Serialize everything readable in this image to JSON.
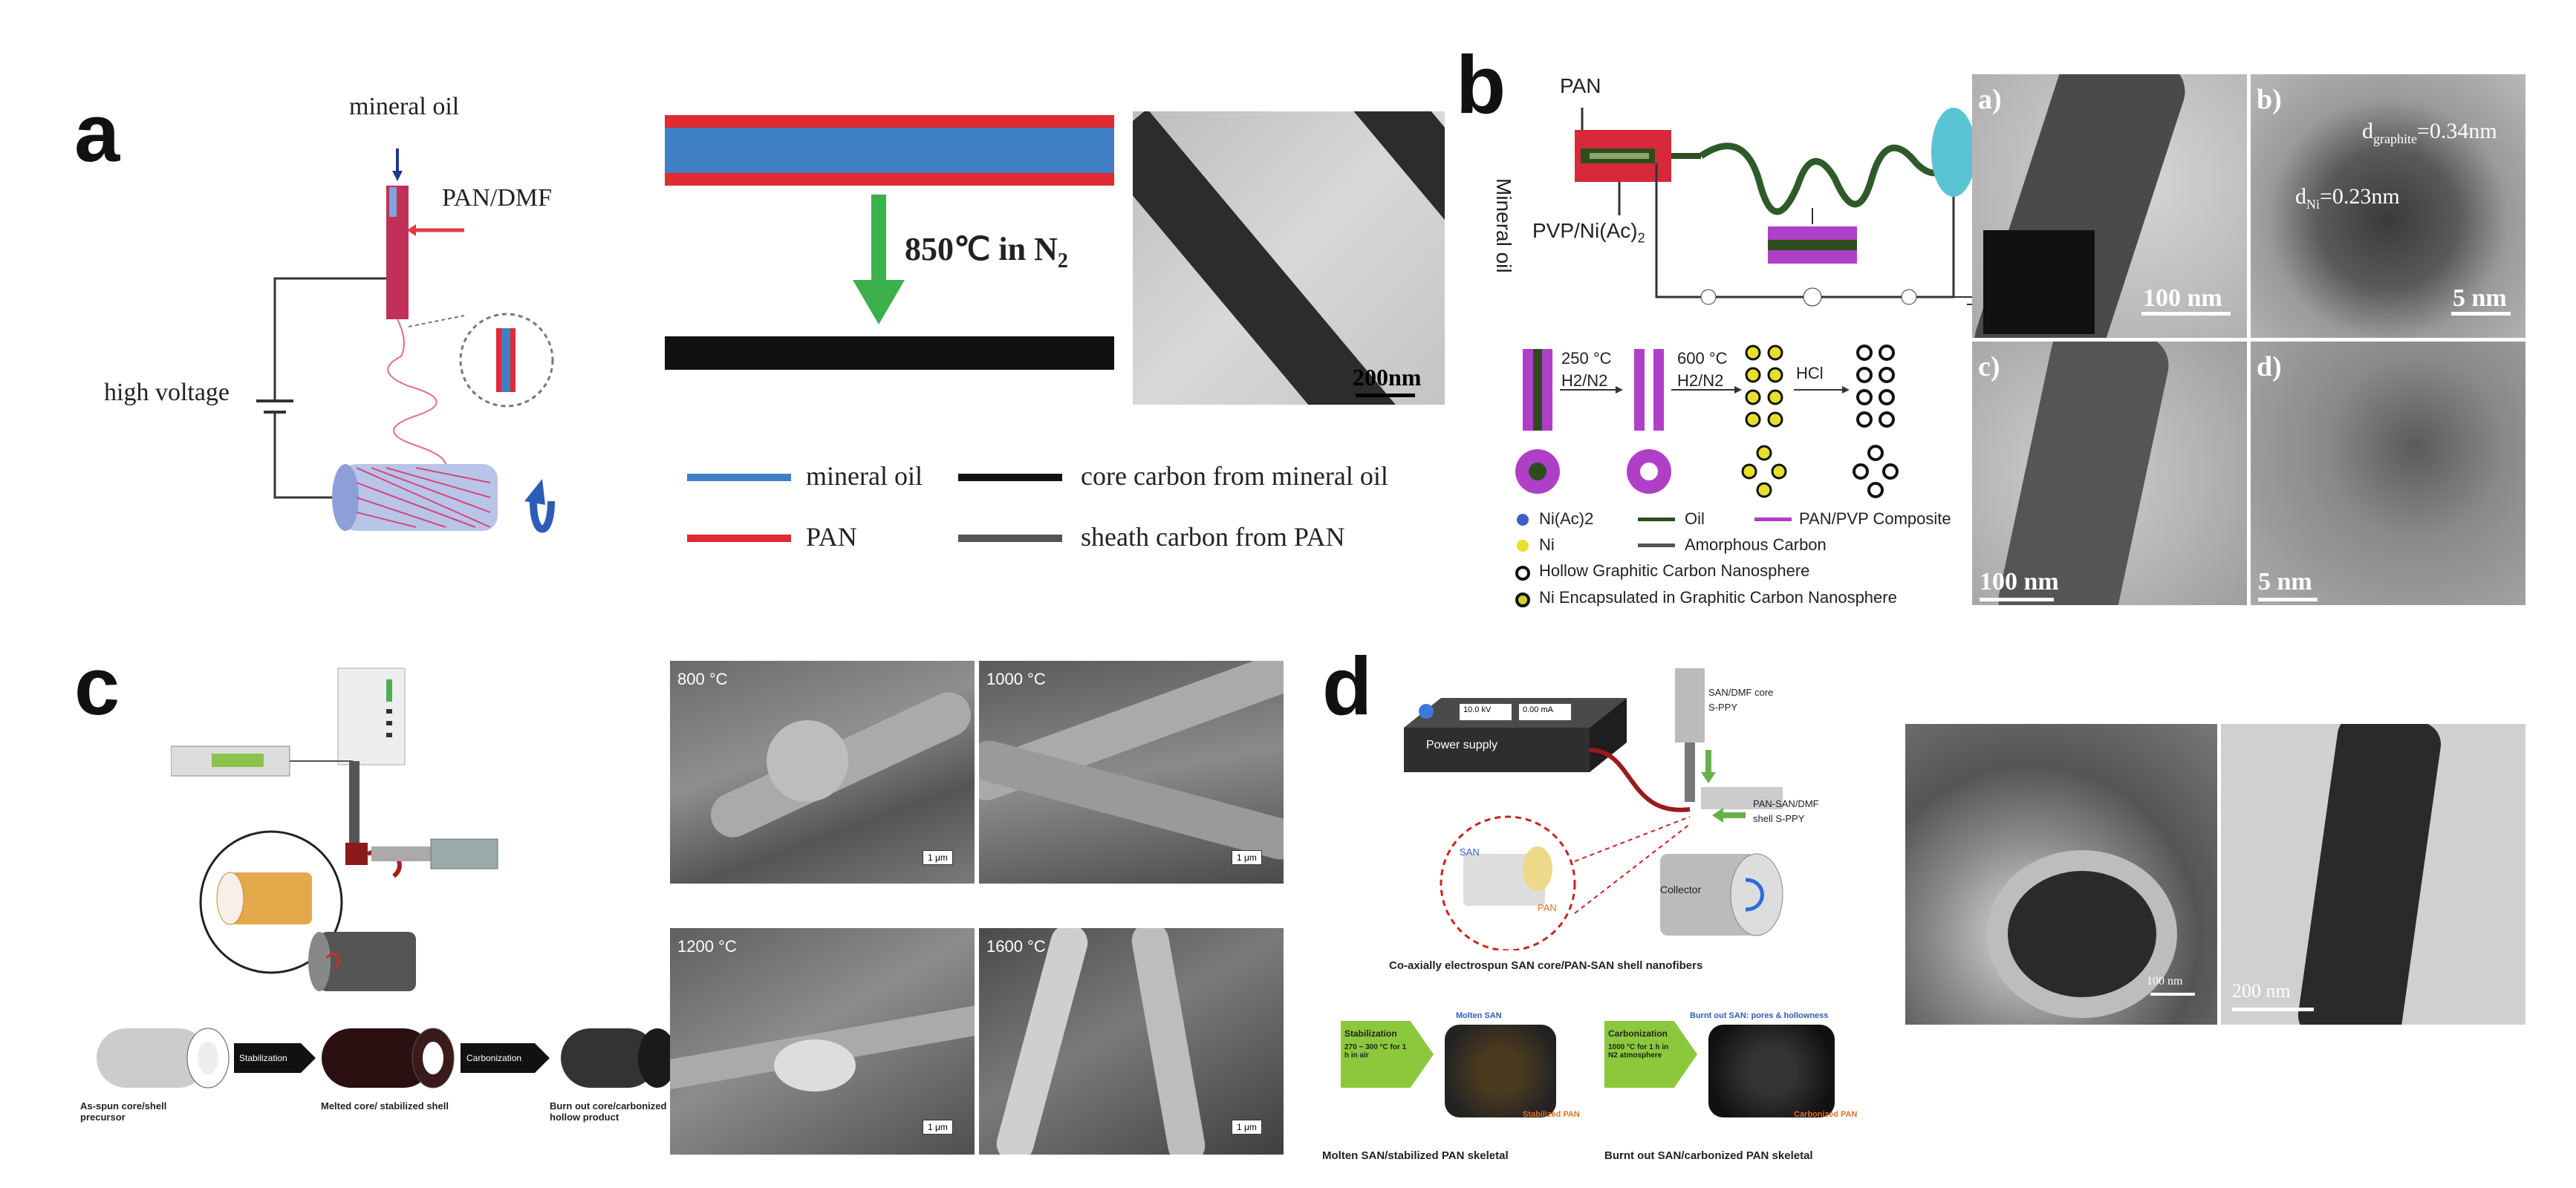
{
  "panels": {
    "a": {
      "letter": "a",
      "mineral_oil": "mineral oil",
      "pan_dmf": "PAN/DMF",
      "high_voltage": "high voltage",
      "treatment": "850℃ in N",
      "treatment_sub": "2",
      "scale_bar": "200nm",
      "legend": [
        {
          "label": "mineral oil",
          "color": "#3f7fc4"
        },
        {
          "label": "PAN",
          "color": "#e02a34"
        },
        {
          "label": "core carbon from mineral oil",
          "color": "#111111"
        },
        {
          "label": "sheath carbon from PAN",
          "color": "#555555"
        }
      ]
    },
    "b": {
      "letter": "b",
      "pan": "PAN",
      "mineral_oil": "Mineral oil",
      "pvp": "PVP/Ni(Ac)",
      "pvp_sub": "2",
      "steps": [
        {
          "temp": "250 °C",
          "gas": "H2/N2"
        },
        {
          "temp": "600 °C",
          "gas": "H2/N2"
        },
        {
          "temp": "HCl",
          "gas": ""
        }
      ],
      "legend": [
        {
          "label": "Ni(Ac)2",
          "color": "#3a5fc8"
        },
        {
          "label": "Ni",
          "color": "#e6e02a"
        },
        {
          "label": "Oil",
          "color": "#2e4d1e"
        },
        {
          "label": "Amorphous Carbon",
          "color": "#555555"
        },
        {
          "label": "PAN/PVP Composite",
          "color": "#b03fc8"
        },
        {
          "label": "Hollow Graphitic Carbon Nanosphere",
          "color": "#111111"
        },
        {
          "label": "Ni Encapsulated in Graphitic Carbon  Nanosphere",
          "color": "#d6cf2a"
        }
      ],
      "tem": [
        {
          "tag": "a)",
          "scale": "100 nm"
        },
        {
          "tag": "b)",
          "scale": "5 nm",
          "d_graphite": "d",
          "d_graphite_sub": "graphite",
          "d_graphite_val": "=0.34nm",
          "d_ni": "d",
          "d_ni_sub": "Ni",
          "d_ni_val": "=0.23nm"
        },
        {
          "tag": "c)",
          "scale": "100 nm"
        },
        {
          "tag": "d)",
          "scale": "5 nm"
        }
      ]
    },
    "c": {
      "letter": "c",
      "sem": [
        {
          "temp": "800 °C",
          "scale": "1 μm"
        },
        {
          "temp": "1000 °C",
          "scale": "1 μm"
        },
        {
          "temp": "1200 °C",
          "scale": "1 μm"
        },
        {
          "temp": "1600 °C",
          "scale": "1 μm"
        }
      ],
      "steps": [
        "Stabilization",
        "Carbonization"
      ],
      "captions": [
        "As-spun core/shell precursor",
        "Melted core/ stabilized shell",
        "Burn out core/carbonized hollow product"
      ]
    },
    "d": {
      "letter": "d",
      "power_supply": "Power supply",
      "readout1": "10.0 kV",
      "readout2": "0.00 mA",
      "core_label": "SAN/DMF core",
      "core_sub": "S-PPY",
      "shell_label": "PAN-SAN/DMF",
      "shell_sub": "shell S-PPY",
      "collector": "Collector",
      "san": "SAN",
      "pan": "PAN",
      "caption": "Co-axially electrospun SAN core/PAN-SAN shell nanofibers",
      "stabilization": "Stabilization",
      "stab_cond": "270 ~ 300 °C for 1 h in air",
      "carbonization": "Carbonization",
      "carb_cond": "1000 °C for 1 h in N2 atmosphere",
      "molten_san": "Molten SAN",
      "stabilized_pan": "Stabilized PAN",
      "burnt_out": "Burnt out SAN: pores & hollowness",
      "carbonized_pan": "Carbonized PAN",
      "bottom_left": "Molten SAN/stabilized PAN skeletal",
      "bottom_right": "Burnt out SAN/carbonized PAN skeletal",
      "scale1": "100 nm",
      "scale2": "200 nm"
    }
  },
  "colors": {
    "pan_red": "#e02a34",
    "oil_blue": "#3f7fc4",
    "arrow_green": "#3cb04a"
  }
}
